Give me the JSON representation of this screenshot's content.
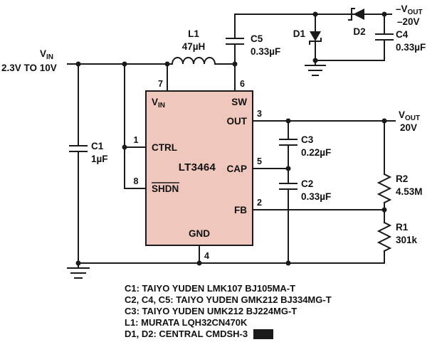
{
  "input": {
    "label_main": "V",
    "label_sub": "IN",
    "range": "2.3V TO 10V"
  },
  "outputs": {
    "neg": {
      "label_main": "–V",
      "label_sub": "OUT",
      "value": "–20V"
    },
    "pos": {
      "label_main": "V",
      "label_sub": "OUT",
      "value": "20V"
    }
  },
  "ic": {
    "name": "LT3464",
    "pins": {
      "vin": {
        "main": "V",
        "sub": "IN",
        "num": "7"
      },
      "sw": {
        "label": "SW",
        "num": "6"
      },
      "ctrl": {
        "label": "CTRL",
        "num": "1"
      },
      "shdn": {
        "label": "SHDN",
        "num": "8"
      },
      "out": {
        "label": "OUT",
        "num": "3"
      },
      "cap": {
        "label": "CAP",
        "num": "5"
      },
      "fb": {
        "label": "FB",
        "num": "2"
      },
      "gnd": {
        "label": "GND",
        "num": "4"
      }
    }
  },
  "components": {
    "l1": {
      "ref": "L1",
      "value": "47µH"
    },
    "c1": {
      "ref": "C1",
      "value": "1µF"
    },
    "c2": {
      "ref": "C2",
      "value": "0.33µF"
    },
    "c3": {
      "ref": "C3",
      "value": "0.22µF"
    },
    "c4": {
      "ref": "C4",
      "value": "0.33µF"
    },
    "c5": {
      "ref": "C5",
      "value": "0.33µF"
    },
    "d1": {
      "ref": "D1"
    },
    "d2": {
      "ref": "D2"
    },
    "r1": {
      "ref": "R1",
      "value": "301k"
    },
    "r2": {
      "ref": "R2",
      "value": "4.53M"
    }
  },
  "bom": [
    "C1: TAIYO YUDEN LMK107 BJ105MA-T",
    "C2, C4, C5: TAIYO YUDEN GMK212 BJ334MG-T",
    "C3: TAIYO YUDEN UMK212 BJ224MG-T",
    "L1: MURATA LQH32CN470K",
    "D1, D2: CENTRAL CMDSH-3"
  ],
  "colors": {
    "ic_fill": "#f0c7bd",
    "wire": "#1a1a1a"
  }
}
